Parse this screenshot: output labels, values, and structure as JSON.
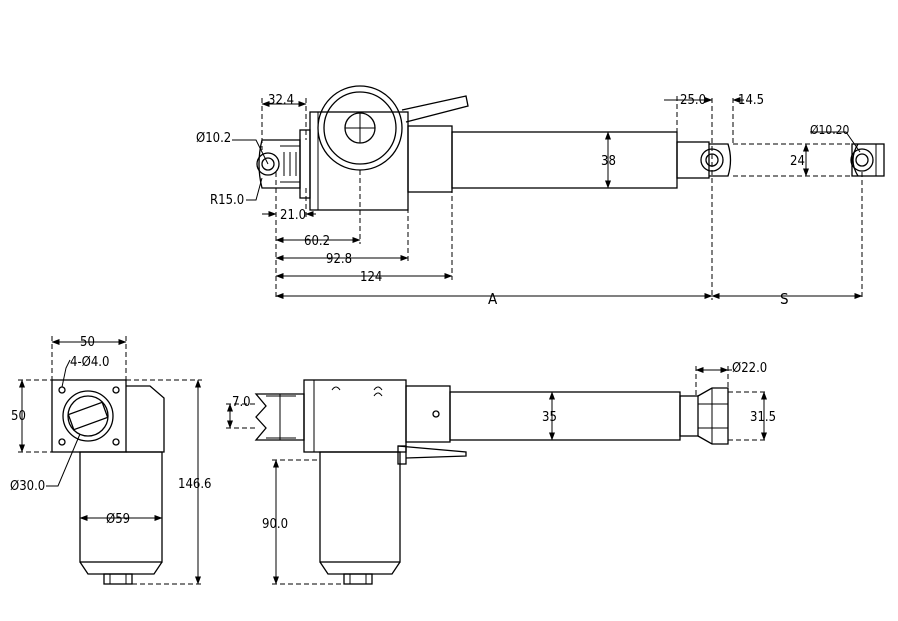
{
  "dimensions": {
    "d_32_4": "32.4",
    "d_phi_10_2": "Ø10.2",
    "d_r15": "R15.0",
    "d_21": "21.0",
    "d_60_2": "60.2",
    "d_92_8": "92.8",
    "d_124": "124",
    "d_A": "A",
    "d_S": "S",
    "d_38": "38",
    "d_25": "25.0",
    "d_14_5": "14.5",
    "d_phi_10_20": "Ø10.20",
    "d_24": "24",
    "d_50_top": "50",
    "d_4phi4": "4-Ø4.0",
    "d_50_side": "50",
    "d_phi30": "Ø30.0",
    "d_phi59": "Ø59",
    "d_146_6": "146.6",
    "d_7": "7.0",
    "d_35": "35",
    "d_phi22": "Ø22.0",
    "d_31_5": "31.5",
    "d_90": "90.0"
  }
}
